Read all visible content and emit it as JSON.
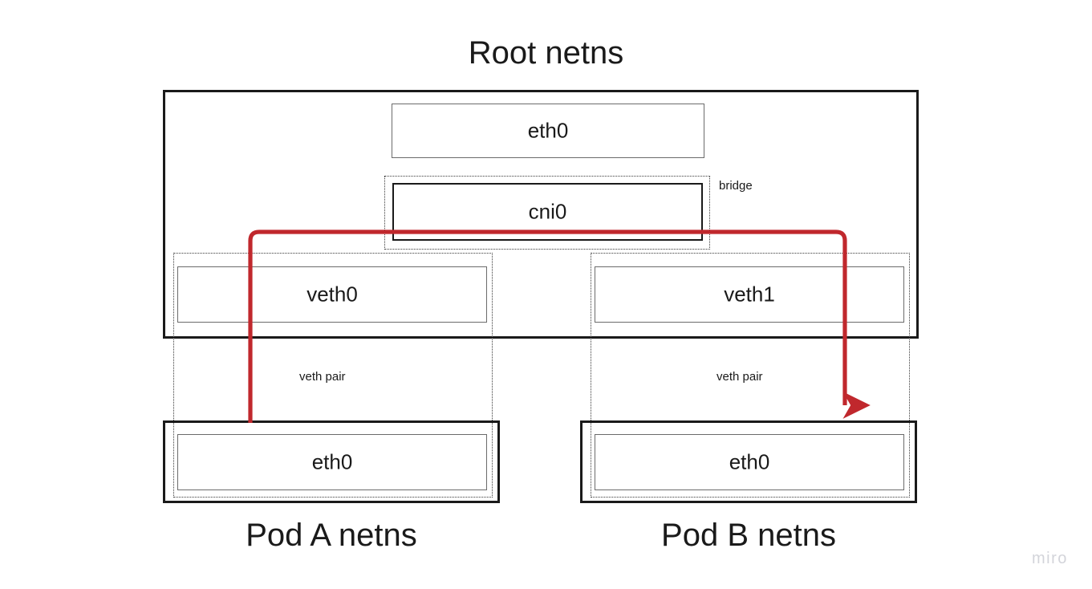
{
  "diagram": {
    "title": "Root netns",
    "watermark": "miro",
    "accent_color": "#c0282d",
    "root_netns": {
      "label": "Root netns",
      "host_nic": {
        "label": "eth0"
      },
      "bridge": {
        "label": "cni0",
        "annotation": "bridge"
      },
      "veth_left": {
        "label": "veth0"
      },
      "veth_right": {
        "label": "veth1"
      }
    },
    "pod_a": {
      "title": "Pod A netns",
      "interface": {
        "label": "eth0"
      },
      "link_annotation": "veth pair"
    },
    "pod_b": {
      "title": "Pod B netns",
      "interface": {
        "label": "eth0"
      },
      "link_annotation": "veth pair"
    },
    "flow": {
      "name": "pod-a-to-pod-b-packet-path",
      "color": "#c0282d",
      "from": "Pod A eth0",
      "to": "Pod B eth0",
      "via": "cni0"
    }
  }
}
